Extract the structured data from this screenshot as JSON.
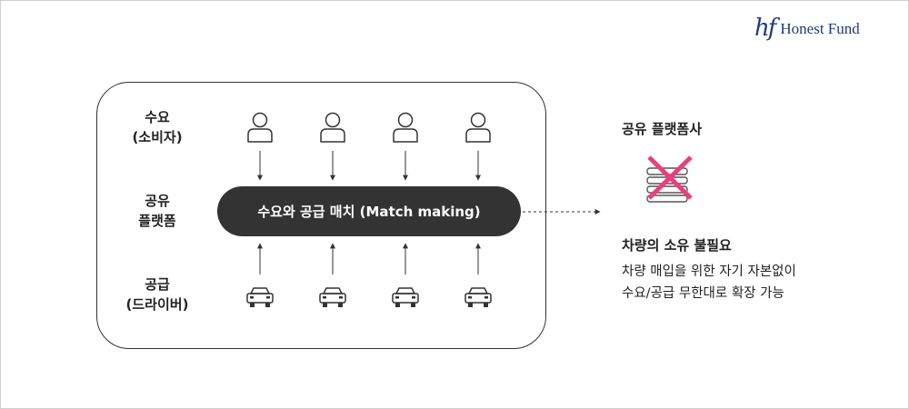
{
  "brand": {
    "logo_mark": "hf",
    "logo_text": "Honest Fund",
    "color": "#1f3b7a"
  },
  "left": {
    "demand_label": [
      "수요",
      "(소비자)"
    ],
    "platform_label": [
      "공유",
      "플랫폼"
    ],
    "supply_label": [
      "공급",
      "(드라이버)"
    ],
    "match_label": "수요와 공급 매치 (Match making)",
    "consumer_icon": "person-icon",
    "driver_icon": "car-icon"
  },
  "right": {
    "title": "공유 플랫폼사",
    "crossed_icon": "stack-crossed-icon",
    "cross_color": "#e8407f",
    "headline": "차량의 소유 불필요",
    "desc_lines": [
      "차량 매입을 위한 자기 자본없이",
      "수요/공급 무한대로 확장 가능"
    ]
  },
  "colors": {
    "pill_bg": "#333333",
    "line": "#333333"
  }
}
